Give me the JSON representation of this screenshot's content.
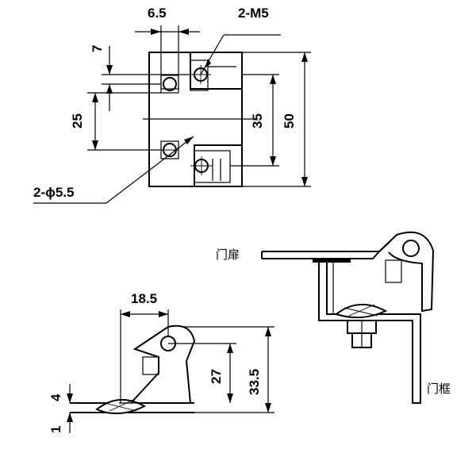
{
  "top_view": {
    "dim_6_5": "6.5",
    "dim_2_m5": "2-M5",
    "dim_7": "7",
    "dim_25": "25",
    "dim_35": "35",
    "dim_50": "50",
    "dim_2_phi_5_5": "2-ϕ5.5"
  },
  "side_view": {
    "dim_18_5": "18.5",
    "dim_4": "4",
    "dim_1": "1",
    "dim_27": "27",
    "dim_33_5": "33.5"
  },
  "assembly_view": {
    "door_leaf_label": "门扉",
    "door_frame_label": "门框"
  }
}
